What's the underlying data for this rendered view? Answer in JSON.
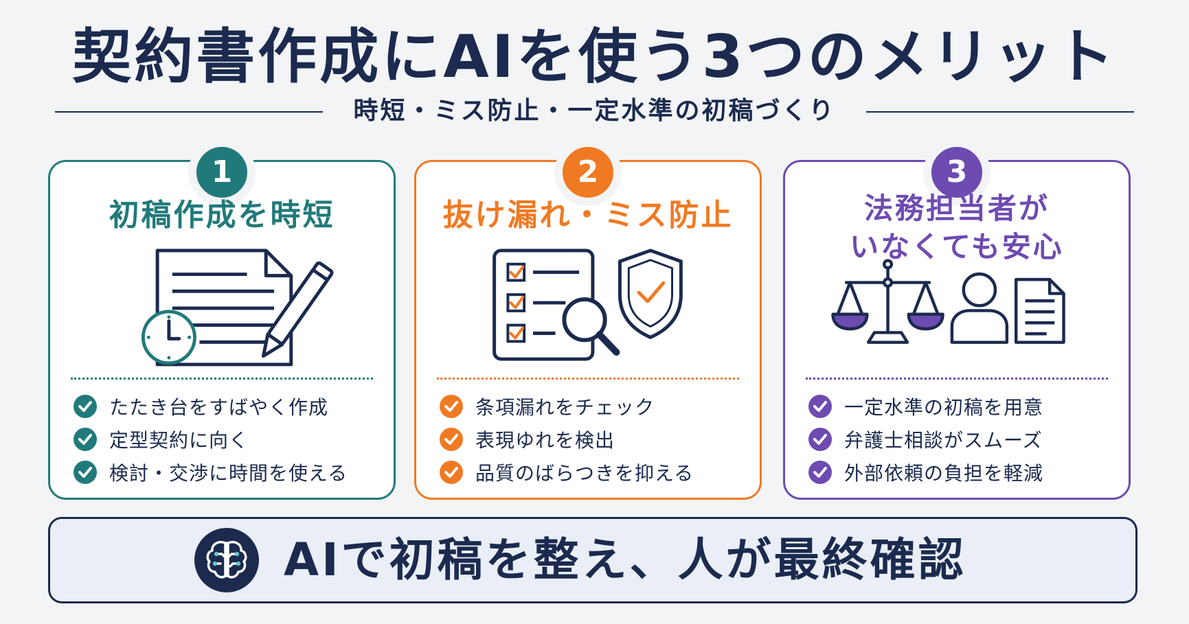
{
  "title": "契約書作成にAIを使う3つのメリット",
  "subtitle": "時短・ミス防止・一定水準の初稿づくり",
  "colors": {
    "navy": "#1b2a4e",
    "teal": "#217a7a",
    "orange": "#f07a23",
    "purple": "#6d4bb0",
    "background": "#f3f4f6"
  },
  "cards": [
    {
      "number": "1",
      "title_lines": [
        "初稿作成を時短"
      ],
      "icons": [
        "document-icon",
        "pen-icon",
        "clock-icon"
      ],
      "points": [
        "たたき台をすばやく作成",
        "定型契約に向く",
        "検討・交渉に時間を使える"
      ]
    },
    {
      "number": "2",
      "title_lines": [
        "抜け漏れ・ミス防止"
      ],
      "icons": [
        "checklist-icon",
        "magnifier-icon",
        "shield-check-icon"
      ],
      "points": [
        "条項漏れをチェック",
        "表現ゆれを検出",
        "品質のばらつきを抑える"
      ]
    },
    {
      "number": "3",
      "title_lines": [
        "法務担当者が",
        "いなくても安心"
      ],
      "icons": [
        "scales-icon",
        "person-icon",
        "document-icon"
      ],
      "points": [
        "一定水準の初稿を用意",
        "弁護士相談がスムーズ",
        "外部依頼の負担を軽減"
      ]
    }
  ],
  "banner": {
    "icon": "ai-brain-icon",
    "text": "AIで初稿を整え、人が最終確認"
  }
}
